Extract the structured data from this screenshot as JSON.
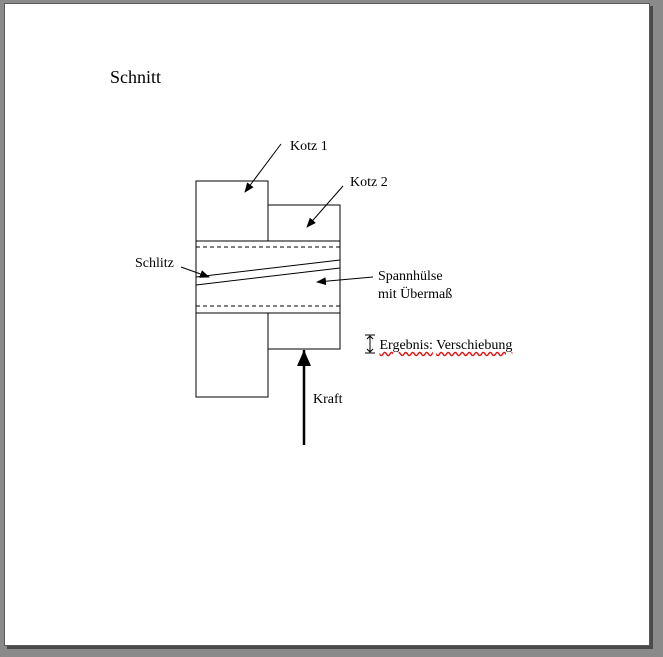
{
  "title": "Schnitt",
  "labels": {
    "kotz1": "Kotz 1",
    "kotz2": "Kotz 2",
    "schlitz": "Schlitz",
    "spannhuelse_line1": "Spannhülse",
    "spannhuelse_line2": "mit Übermaß",
    "ergebnis_prefix": "Ergebnis:",
    "ergebnis_value": "Verschiebung",
    "kraft": "Kraft"
  }
}
